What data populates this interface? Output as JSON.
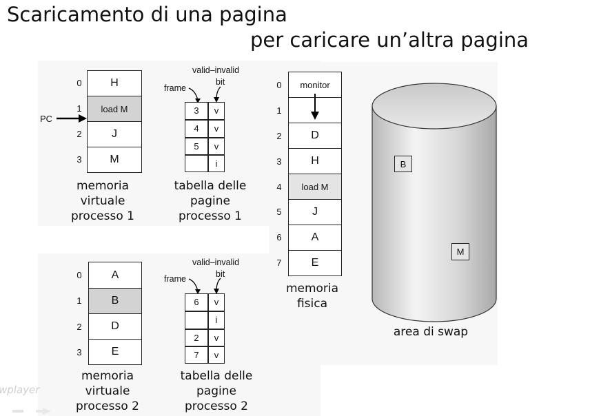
{
  "title": {
    "line1": "Scaricamento di una pagina",
    "line2": "per caricare un’altra pagina"
  },
  "process1": {
    "indices": [
      "0",
      "1",
      "2",
      "3"
    ],
    "pages": [
      "H",
      "load M",
      "J",
      "M"
    ],
    "pc_label": "PC",
    "caption": "memoria\nvirtuale\nprocesso 1",
    "table_labels": {
      "valid_invalid": "valid–invalid",
      "bit": "bit",
      "frame": "frame"
    },
    "table": [
      {
        "frame": "3",
        "bit": "v"
      },
      {
        "frame": "4",
        "bit": "v"
      },
      {
        "frame": "5",
        "bit": "v"
      },
      {
        "frame": "",
        "bit": "i"
      }
    ],
    "table_caption": "tabella delle\npagine\nprocesso 1"
  },
  "process2": {
    "indices": [
      "0",
      "1",
      "2",
      "3"
    ],
    "pages": [
      "A",
      "B",
      "D",
      "E"
    ],
    "caption": "memoria\nvirtuale\nprocesso 2",
    "table_labels": {
      "valid_invalid": "valid–invalid",
      "bit": "bit",
      "frame": "frame"
    },
    "table": [
      {
        "frame": "6",
        "bit": "v"
      },
      {
        "frame": "",
        "bit": "i"
      },
      {
        "frame": "2",
        "bit": "v"
      },
      {
        "frame": "7",
        "bit": "v"
      }
    ],
    "table_caption": "tabella delle\npagine\nprocesso 2"
  },
  "physical_memory": {
    "indices": [
      "0",
      "1",
      "2",
      "3",
      "4",
      "5",
      "6",
      "7"
    ],
    "frames": [
      "monitor",
      "",
      "D",
      "H",
      "load M",
      "J",
      "A",
      "E"
    ],
    "caption": "memoria\nfisica"
  },
  "swap": {
    "pages": [
      "B",
      "M"
    ],
    "caption": "area di swap"
  },
  "watermark": "wplayer",
  "colors": {
    "highlight": "#d3d3d3",
    "light_highlight": "#e4e4e4",
    "panel": "#f7f7f7"
  }
}
